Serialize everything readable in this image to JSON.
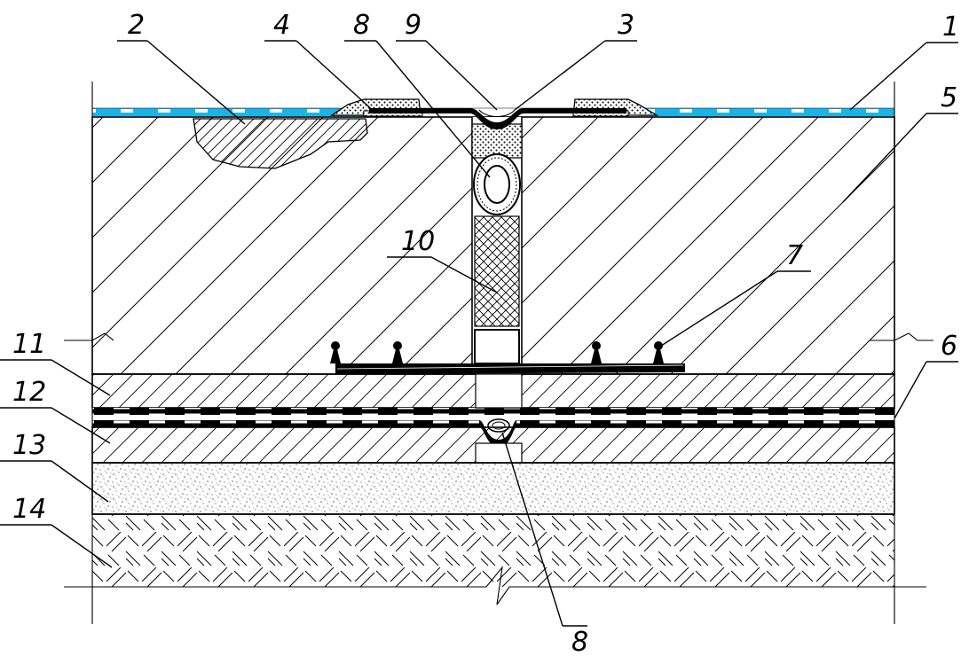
{
  "drawing": {
    "callouts": [
      {
        "id": "callout-1",
        "label": "1"
      },
      {
        "id": "callout-2",
        "label": "2"
      },
      {
        "id": "callout-3",
        "label": "3"
      },
      {
        "id": "callout-4",
        "label": "4"
      },
      {
        "id": "callout-5",
        "label": "5"
      },
      {
        "id": "callout-6",
        "label": "6"
      },
      {
        "id": "callout-7",
        "label": "7"
      },
      {
        "id": "callout-8a",
        "label": "8"
      },
      {
        "id": "callout-8b",
        "label": "8"
      },
      {
        "id": "callout-9",
        "label": "9"
      },
      {
        "id": "callout-10",
        "label": "10"
      },
      {
        "id": "callout-11",
        "label": "11"
      },
      {
        "id": "callout-12",
        "label": "12"
      },
      {
        "id": "callout-13",
        "label": "13"
      },
      {
        "id": "callout-14",
        "label": "14"
      }
    ],
    "colors": {
      "ink": "#000000",
      "membrane_top": "#1ab4e8",
      "background": "#ffffff"
    }
  }
}
